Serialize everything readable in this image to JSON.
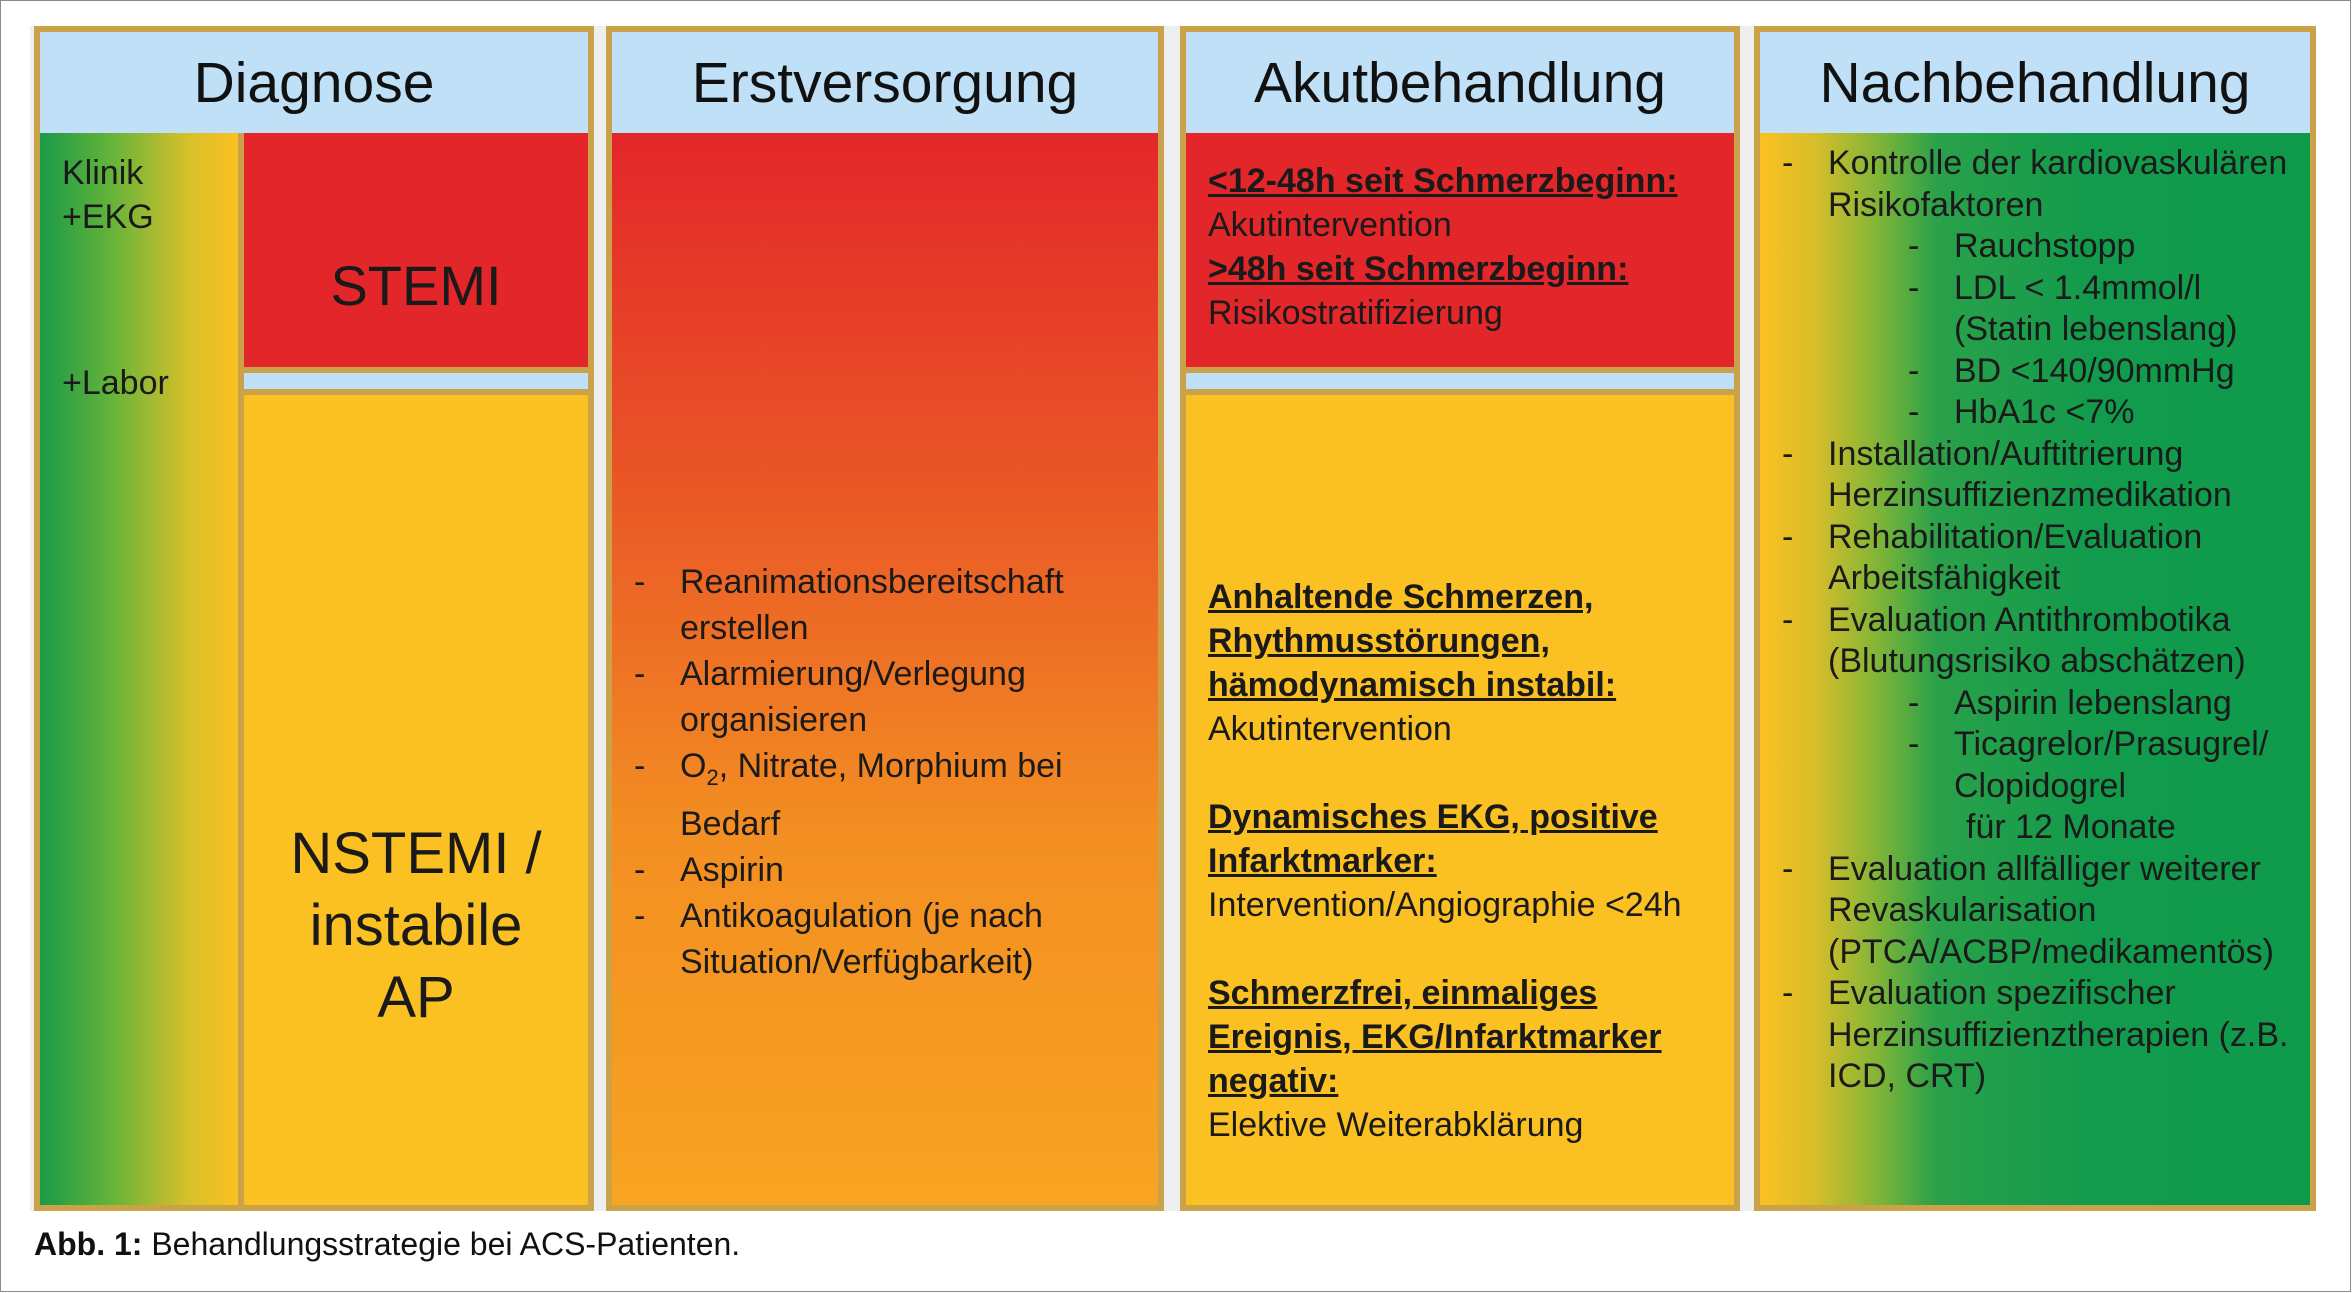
{
  "columns": {
    "diagnose": "Diagnose",
    "erstversorgung": "Erstversorgung",
    "akutbehandlung": "Akutbehandlung",
    "nachbehandlung": "Nachbehandlung"
  },
  "diagnose": {
    "side_klinik": "Klinik",
    "side_ekg": "+EKG",
    "side_labor": "+Labor",
    "stemi": "STEMI",
    "nstemi_line1": "NSTEMI /",
    "nstemi_line2": "instabile",
    "nstemi_line3": "AP"
  },
  "erstversorgung": {
    "item1": "Reanimationsbereitschaft erstellen",
    "item2": "Alarmierung/Verlegung organisieren",
    "item3_pre": "O",
    "item3_sub": "2",
    "item3_post": ", Nitrate, Morphium bei Bedarf",
    "item4": "Aspirin",
    "item5": "Antikoagulation  (je nach Situation/Verfügbarkeit)"
  },
  "akut": {
    "stemi_h1": "<12-48h seit Schmerzbeginn:",
    "stemi_t1": "Akutintervention",
    "stemi_h2": ">48h seit Schmerzbeginn:",
    "stemi_t2": "Risikostratifizierung",
    "n_h1": "Anhaltende Schmerzen, Rhythmusstörungen, hämodynamisch instabil:",
    "n_t1": "Akutintervention",
    "n_h2": "Dynamisches EKG, positive Infarktmarker:",
    "n_t2": "Intervention/Angiographie <24h",
    "n_h3": "Schmerzfrei, einmaliges Ereignis, EKG/Infarktmarker negativ:",
    "n_t3": "Elektive Weiterabklärung"
  },
  "nach": {
    "i1": "Kontrolle der kardiovaskulären Risikofaktoren",
    "i1a": "Rauchstopp",
    "i1b": "LDL < 1.4mmol/l (Statin lebenslang)",
    "i1c": "BD  <140/90mmHg",
    "i1d": "HbA1c <7%",
    "i2": "Installation/Auftitrierung Herzinsuffizienzmedikation",
    "i3": "Rehabilitation/Evaluation Arbeitsfähigkeit",
    "i4": "Evaluation Antithrombotika (Blutungsrisiko abschätzen)",
    "i4a": "Aspirin lebenslang",
    "i4b": "Ticagrelor/Prasugrel/ Clopidogrel",
    "i4b_cont": "für 12 Monate",
    "i5": "Evaluation allfälliger weiterer Revaskularisation (PTCA/ACBP/medikamentös)",
    "i6": "Evaluation spezifischer Herzinsuffizienztherapien (z.B. ICD, CRT)"
  },
  "caption": {
    "label": "Abb. 1:",
    "text": " Behandlungsstrategie bei ACS-Patienten."
  }
}
